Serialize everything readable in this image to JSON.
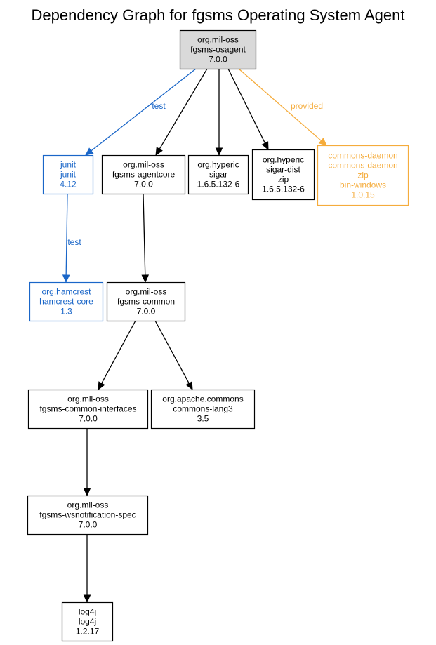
{
  "title": "Dependency Graph for fgsms Operating System Agent",
  "colors": {
    "compile": "#000000",
    "test": "#1a66c8",
    "provided": "#f5ac3c",
    "root_fill": "#d9d9d9",
    "node_fill": "#ffffff"
  },
  "nodes": [
    {
      "id": "osagent",
      "lines": [
        "org.mil-oss",
        "fgsms-osagent",
        "7.0.0"
      ],
      "scope": "compile",
      "root": true
    },
    {
      "id": "junit",
      "lines": [
        "junit",
        "junit",
        "4.12"
      ],
      "scope": "test"
    },
    {
      "id": "agentcore",
      "lines": [
        "org.mil-oss",
        "fgsms-agentcore",
        "7.0.0"
      ],
      "scope": "compile"
    },
    {
      "id": "sigar",
      "lines": [
        "org.hyperic",
        "sigar",
        "1.6.5.132-6"
      ],
      "scope": "compile"
    },
    {
      "id": "sigar-dist",
      "lines": [
        "org.hyperic",
        "sigar-dist",
        "zip",
        "1.6.5.132-6"
      ],
      "scope": "compile"
    },
    {
      "id": "commons-daemon",
      "lines": [
        "commons-daemon",
        "commons-daemon",
        "zip",
        "bin-windows",
        "1.0.15"
      ],
      "scope": "provided"
    },
    {
      "id": "hamcrest",
      "lines": [
        "org.hamcrest",
        "hamcrest-core",
        "1.3"
      ],
      "scope": "test"
    },
    {
      "id": "common",
      "lines": [
        "org.mil-oss",
        "fgsms-common",
        "7.0.0"
      ],
      "scope": "compile"
    },
    {
      "id": "common-interfaces",
      "lines": [
        "org.mil-oss",
        "fgsms-common-interfaces",
        "7.0.0"
      ],
      "scope": "compile"
    },
    {
      "id": "lang3",
      "lines": [
        "org.apache.commons",
        "commons-lang3",
        "3.5"
      ],
      "scope": "compile"
    },
    {
      "id": "wsn-spec",
      "lines": [
        "org.mil-oss",
        "fgsms-wsnotification-spec",
        "7.0.0"
      ],
      "scope": "compile"
    },
    {
      "id": "log4j",
      "lines": [
        "log4j",
        "log4j",
        "1.2.17"
      ],
      "scope": "compile"
    }
  ],
  "edges": [
    {
      "from": "osagent",
      "to": "junit",
      "scope": "test",
      "label": "test"
    },
    {
      "from": "osagent",
      "to": "agentcore",
      "scope": "compile",
      "label": ""
    },
    {
      "from": "osagent",
      "to": "sigar",
      "scope": "compile",
      "label": ""
    },
    {
      "from": "osagent",
      "to": "sigar-dist",
      "scope": "compile",
      "label": ""
    },
    {
      "from": "osagent",
      "to": "commons-daemon",
      "scope": "provided",
      "label": "provided"
    },
    {
      "from": "junit",
      "to": "hamcrest",
      "scope": "test",
      "label": "test"
    },
    {
      "from": "agentcore",
      "to": "common",
      "scope": "compile",
      "label": ""
    },
    {
      "from": "common",
      "to": "common-interfaces",
      "scope": "compile",
      "label": ""
    },
    {
      "from": "common",
      "to": "lang3",
      "scope": "compile",
      "label": ""
    },
    {
      "from": "common-interfaces",
      "to": "wsn-spec",
      "scope": "compile",
      "label": ""
    },
    {
      "from": "wsn-spec",
      "to": "log4j",
      "scope": "compile",
      "label": ""
    }
  ]
}
